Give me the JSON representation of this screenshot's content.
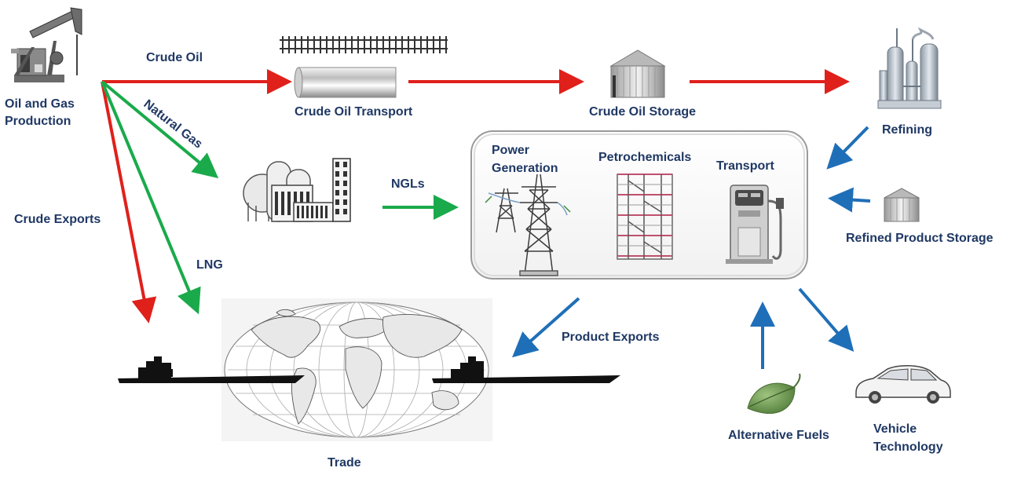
{
  "labels": {
    "oil_gas_production": "Oil and Gas\nProduction",
    "crude_oil": "Crude Oil",
    "natural_gas": "Natural Gas",
    "crude_oil_transport": "Crude Oil Transport",
    "crude_oil_storage": "Crude Oil Storage",
    "refining": "Refining",
    "ngls": "NGLs",
    "power_generation": "Power\nGeneration",
    "petrochemicals": "Petrochemicals",
    "transport": "Transport",
    "refined_product_storage": "Refined Product Storage",
    "crude_exports": "Crude Exports",
    "lng": "LNG",
    "product_exports": "Product Exports",
    "trade": "Trade",
    "alternative_fuels": "Alternative Fuels",
    "vehicle_technology": "Vehicle\nTechnology"
  },
  "colors": {
    "crude_flow": "#e0201b",
    "gas_flow": "#1aaa4b",
    "product_flow": "#1f6fb8",
    "label_text": "#1f3864"
  }
}
